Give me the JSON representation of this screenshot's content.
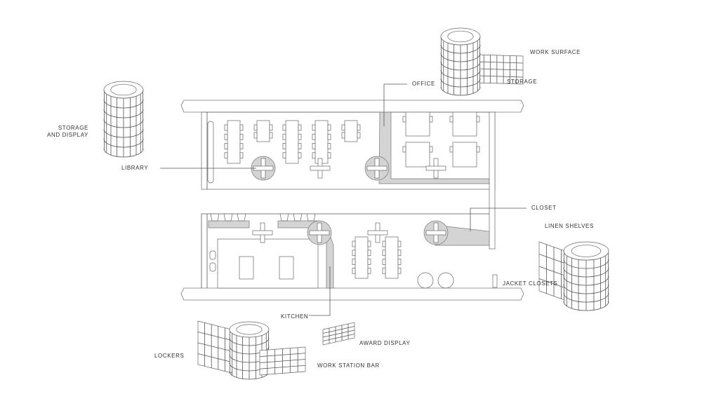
{
  "labels": {
    "work_surface": "WORK SURFACE",
    "storage": "STORAGE",
    "office": "OFFICE",
    "storage_and_display_1": "STORAGE",
    "storage_and_display_2": "AND DISPLAY",
    "library": "LIBRARY",
    "closet": "CLOSET",
    "linen_shelves": "LINEN SHELVES",
    "jacket_closets": "JACKET CLOSETS",
    "kitchen": "KITCHEN",
    "award_display": "AWARD DISPLAY",
    "lockers": "LOCKERS",
    "work_station_bar": "WORK STATION BAR"
  },
  "colors": {
    "line": "#666666",
    "fill_grey": "#d4d4d4"
  }
}
